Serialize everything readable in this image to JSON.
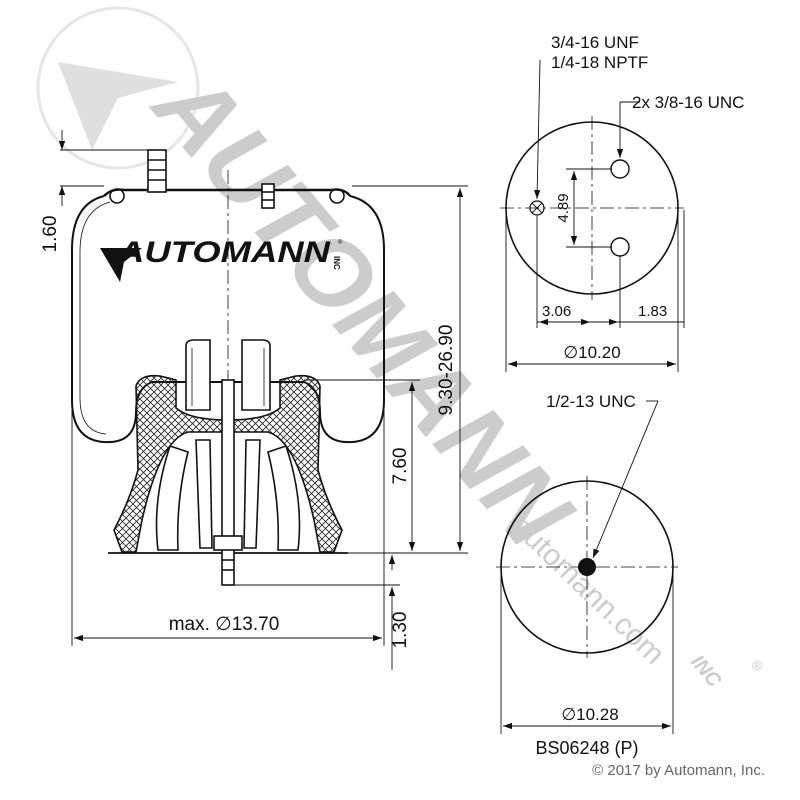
{
  "watermark": {
    "brand": "AUTOMANN",
    "inc": "INC",
    "url": "automann.com",
    "reg": "®"
  },
  "logo": {
    "brand": "AUTOMANN",
    "inc": "INC",
    "reg": "®"
  },
  "side_view": {
    "dim_top_height": "1.60",
    "dim_overall_height": "9.30-26.90",
    "dim_piston_height": "7.60",
    "dim_stud_length": "1.30",
    "dim_max_diameter": "max. ∅13.70"
  },
  "top_view": {
    "port_thread_1": "3/4-16 UNF",
    "port_thread_2": "1/4-18 NPTF",
    "stud_thread": "2x 3/8-16 UNC",
    "dim_stud_spacing": "4.89",
    "dim_offset_left": "3.06",
    "dim_offset_right": "1.83",
    "dim_diameter": "∅10.20"
  },
  "bottom_view": {
    "center_thread": "1/2-13 UNC",
    "dim_diameter": "∅10.28"
  },
  "part_number": "BS06248 (P)",
  "copyright": "© 2017 by Automann, Inc."
}
